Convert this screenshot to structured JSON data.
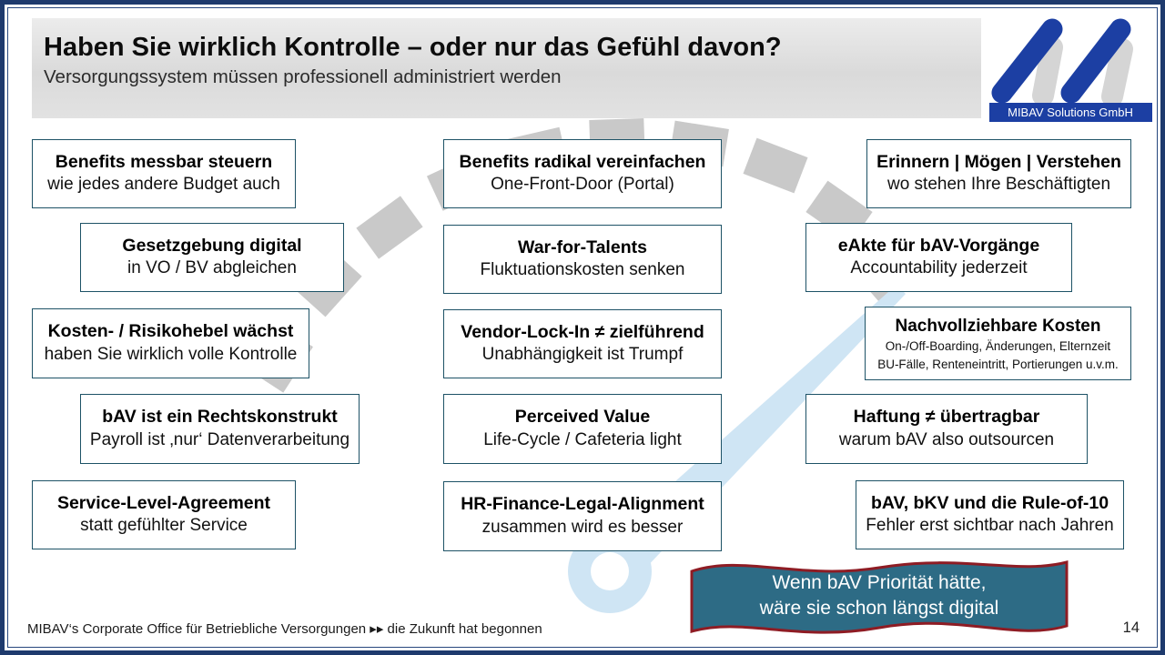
{
  "slide": {
    "title": "Haben Sie wirklich Kontrolle – oder nur das Gefühl davon?",
    "subtitle": "Versorgungssystem müssen professionell administriert werden",
    "footer": "MIBAV‘s Corporate Office für Betriebliche Versorgungen ▸▸ die Zukunft hat begonnen",
    "page_number": "14"
  },
  "logo": {
    "company": "MIBAV Solutions GmbH",
    "blue": "#1c3fa3",
    "gray": "#d5d5d5"
  },
  "colors": {
    "frame_navy": "#1e3a6d",
    "box_border": "#1d5266",
    "watermark_gray": "#c9c9c9",
    "needle_blue": "#cfe5f4",
    "callout_fill": "#2d6b85",
    "callout_border": "#8e1c24"
  },
  "boxes": [
    {
      "title": "Benefits messbar steuern",
      "sub": "wie jedes andere Budget auch"
    },
    {
      "title": "Gesetzgebung digital",
      "sub": "in VO / BV abgleichen"
    },
    {
      "title": "Kosten- / Risikohebel wächst",
      "sub": "haben Sie wirklich volle Kontrolle"
    },
    {
      "title": "bAV ist ein Rechtskonstrukt",
      "sub": "Payroll ist ‚nur‘ Datenverarbeitung"
    },
    {
      "title": "Service-Level-Agreement",
      "sub": "statt gefühlter Service"
    },
    {
      "title": "Benefits radikal vereinfachen",
      "sub": "One-Front-Door (Portal)"
    },
    {
      "title": "War-for-Talents",
      "sub": "Fluktuationskosten senken"
    },
    {
      "title": "Vendor-Lock-In ≠ zielführend",
      "sub": "Unabhängigkeit ist Trumpf"
    },
    {
      "title": "Perceived Value",
      "sub": "Life-Cycle / Cafeteria light"
    },
    {
      "title": "HR-Finance-Legal-Alignment",
      "sub": "zusammen wird es besser"
    },
    {
      "title": "Erinnern | Mögen | Verstehen",
      "sub": "wo stehen Ihre Beschäftigten"
    },
    {
      "title": "eAkte für bAV-Vorgänge",
      "sub": "Accountability jederzeit"
    },
    {
      "title": "Nachvollziehbare Kosten",
      "sub_small_1": "On-/Off-Boarding, Änderungen, Elternzeit",
      "sub_small_2": "BU-Fälle, Renteneintritt, Portierungen u.v.m."
    },
    {
      "title": "Haftung ≠ übertragbar",
      "sub": "warum bAV also outsourcen"
    },
    {
      "title": "bAV, bKV und die Rule-of-10",
      "sub": "Fehler erst sichtbar nach Jahren"
    }
  ],
  "callout": {
    "line1": "Wenn bAV Priorität hätte,",
    "line2": "wäre sie schon längst digital"
  }
}
